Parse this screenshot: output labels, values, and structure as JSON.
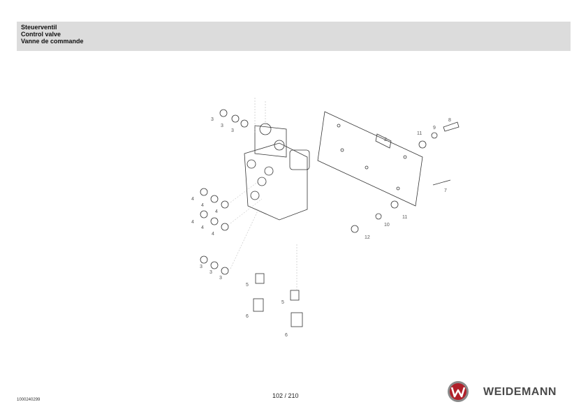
{
  "header": {
    "title_de": "Steuerventil",
    "title_en": "Control valve",
    "title_fr": "Vanne de commande"
  },
  "callouts": {
    "c2": "2",
    "c3": "3",
    "c4": "4",
    "c5": "5",
    "c6": "6",
    "c7": "7",
    "c8": "8",
    "c9": "9",
    "c10": "10",
    "c11": "11",
    "c12": "12"
  },
  "footer": {
    "document_number": "1000240299",
    "page_number": "102 / 210",
    "brand_name": "WEIDEMANN"
  },
  "colors": {
    "header_background": "#dcdcdc",
    "logo_red": "#b0202a",
    "brand_grey": "#4a4a4a"
  }
}
